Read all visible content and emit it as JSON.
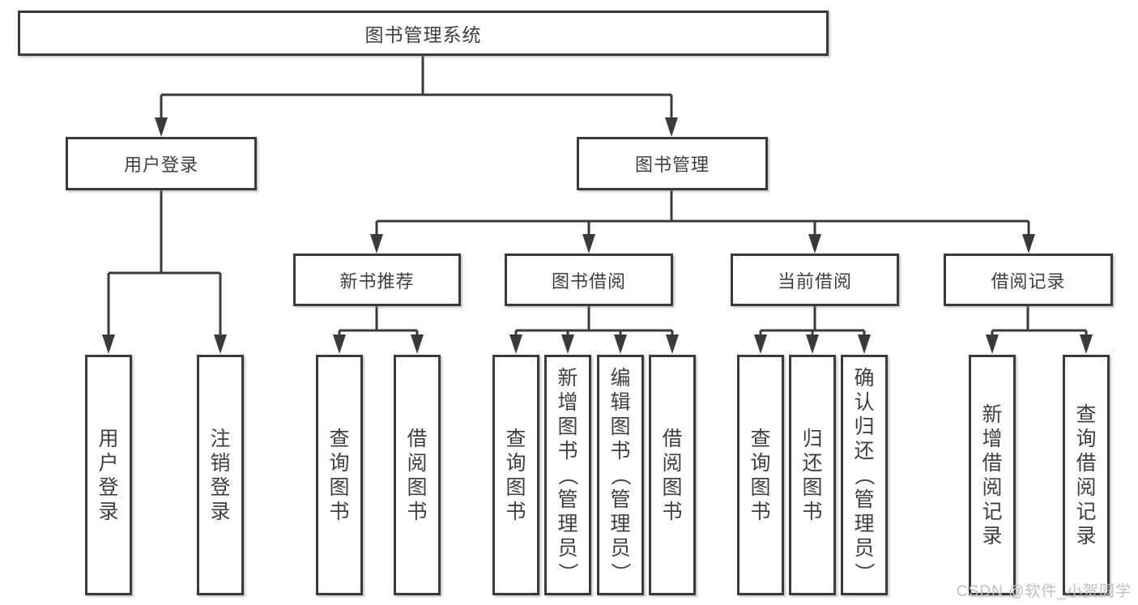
{
  "diagram": {
    "root": {
      "label": "图书管理系统"
    },
    "level2": [
      {
        "id": "user-login",
        "label": "用户登录"
      },
      {
        "id": "book-management",
        "label": "图书管理"
      }
    ],
    "level3": [
      {
        "id": "new-book-recommend",
        "label": "新书推荐",
        "parent": "book-management"
      },
      {
        "id": "book-borrow",
        "label": "图书借阅",
        "parent": "book-management"
      },
      {
        "id": "current-borrow",
        "label": "当前借阅",
        "parent": "book-management"
      },
      {
        "id": "borrow-record",
        "label": "借阅记录",
        "parent": "book-management"
      }
    ],
    "leaves": [
      {
        "id": "leaf-user-login",
        "label": "用户登录",
        "parent": "user-login"
      },
      {
        "id": "leaf-logout",
        "label": "注销登录",
        "parent": "user-login"
      },
      {
        "id": "leaf-query-book-1",
        "label": "查询图书",
        "parent": "new-book-recommend"
      },
      {
        "id": "leaf-borrow-book-1",
        "label": "借阅图书",
        "parent": "new-book-recommend"
      },
      {
        "id": "leaf-query-book-2",
        "label": "查询图书",
        "parent": "book-borrow"
      },
      {
        "id": "leaf-add-book-admin",
        "label": "新增图书（管理员）",
        "parent": "book-borrow"
      },
      {
        "id": "leaf-edit-book-admin",
        "label": "编辑图书（管理员）",
        "parent": "book-borrow"
      },
      {
        "id": "leaf-borrow-book-2",
        "label": "借阅图书",
        "parent": "book-borrow"
      },
      {
        "id": "leaf-query-book-3",
        "label": "查询图书",
        "parent": "current-borrow"
      },
      {
        "id": "leaf-return-book",
        "label": "归还图书",
        "parent": "current-borrow"
      },
      {
        "id": "leaf-confirm-return-admin",
        "label": "确认归还（管理员）",
        "parent": "current-borrow"
      },
      {
        "id": "leaf-add-borrow-record",
        "label": "新增借阅记录",
        "parent": "borrow-record"
      },
      {
        "id": "leaf-query-borrow-record",
        "label": "查询借阅记录",
        "parent": "borrow-record"
      }
    ]
  },
  "watermark": {
    "text": "CSDN @软件_小贺同学"
  },
  "colors": {
    "line": "#3a3a3a",
    "box_border": "#3a3a3a",
    "box_fill": "#ffffff",
    "text": "#3f3f3f",
    "watermark": "#bfbfbf",
    "background": "#ffffff"
  }
}
